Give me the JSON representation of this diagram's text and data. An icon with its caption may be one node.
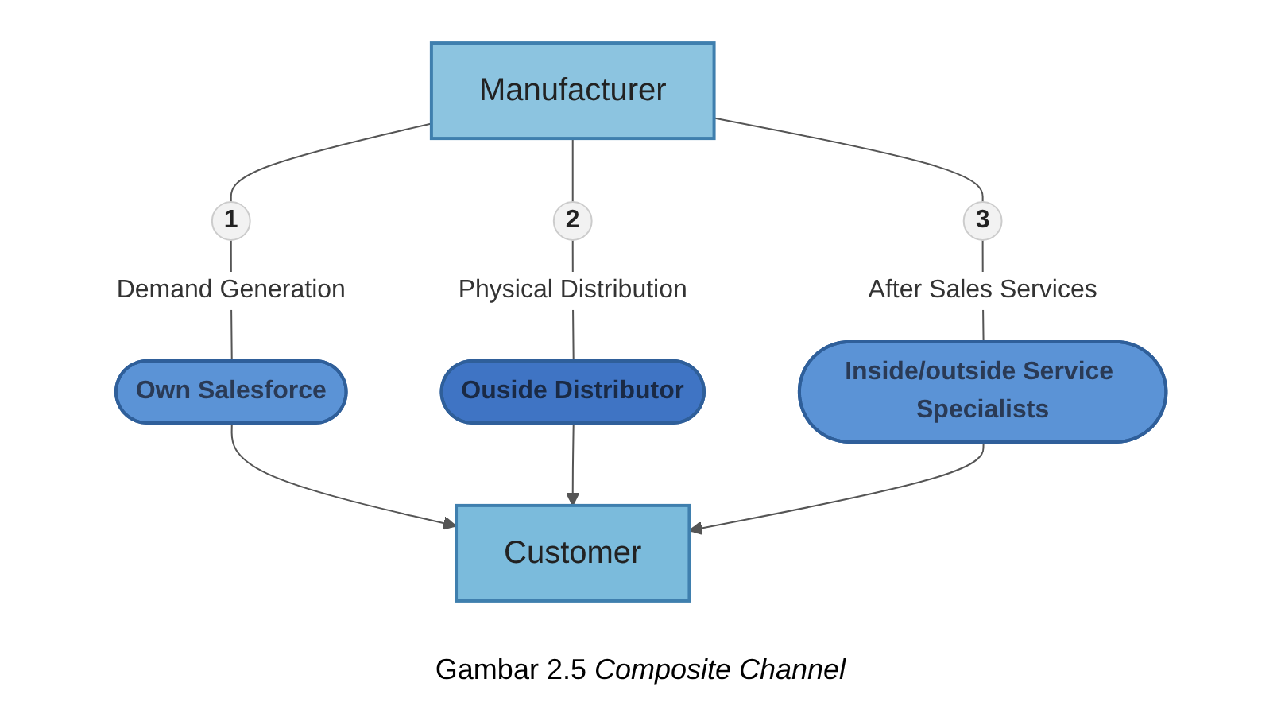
{
  "diagram": {
    "caption": "Gambar 2.5 *Composite Channel*",
    "nodes": [
      {
        "text": [
          "Manufacturer"
        ]
      },
      {
        "text": [
          "1"
        ],
        "beside": [
          "Demand Generation"
        ]
      },
      {
        "text": [
          "2"
        ],
        "beside": [
          "Physical Distribution"
        ]
      },
      {
        "text": [
          "3"
        ],
        "beside": [
          "After Sales Services"
        ]
      },
      {
        "text": [
          "Own Salesforce"
        ]
      },
      {
        "text": [
          "Ouside Distributor"
        ]
      },
      {
        "text": [
          "Inside/outside Service Specialists"
        ]
      },
      {
        "text": [
          "Customer"
        ]
      }
    ],
    "edges": [
      {
        "from": 0,
        "to": 1,
        "arrow": "none"
      },
      {
        "from": 1,
        "to": 4,
        "arrow": "none"
      },
      {
        "from": 0,
        "to": 2,
        "arrow": "none"
      },
      {
        "from": 2,
        "to": 5,
        "arrow": "none"
      },
      {
        "from": 0,
        "to": 3,
        "arrow": "none"
      },
      {
        "from": 3,
        "to": 6,
        "arrow": "none"
      },
      {
        "from": 4,
        "to": 7,
        "arrow": "to"
      },
      {
        "from": 5,
        "to": 7,
        "arrow": "to"
      },
      {
        "from": 6,
        "to": 7,
        "arrow": "to"
      }
    ]
  }
}
